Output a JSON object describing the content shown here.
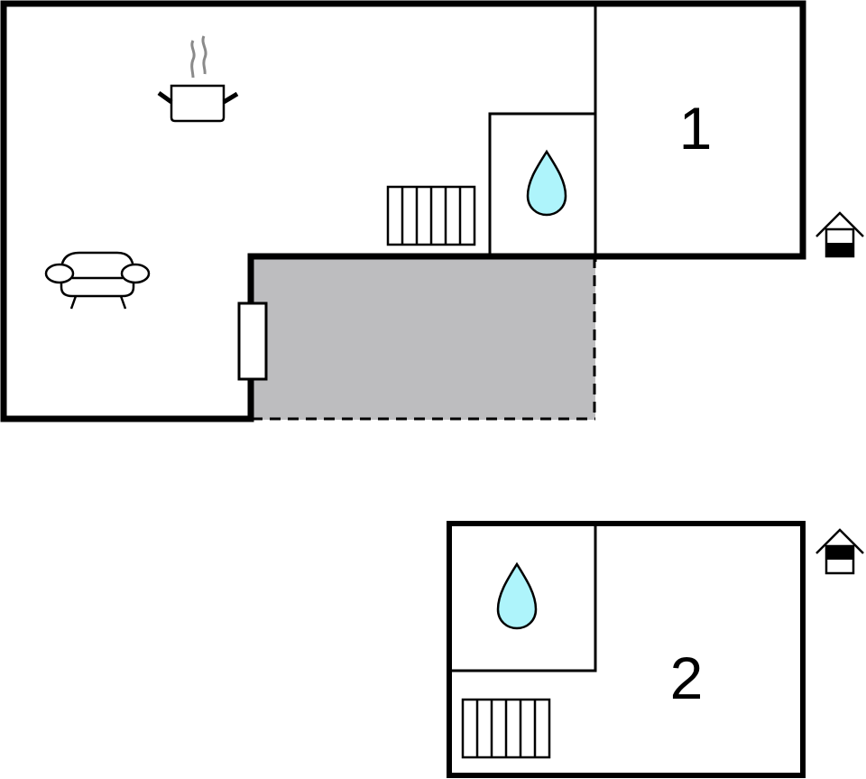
{
  "diagram": {
    "type": "floor-plan",
    "floors": [
      {
        "level": 1,
        "label": "1",
        "rooms": [
          "living-room",
          "kitchen",
          "bathroom",
          "bedroom-1",
          "terrace"
        ],
        "icons": [
          "cooking-pot-icon",
          "sofa-icon",
          "radiator-icon",
          "water-drop-icon",
          "door-icon",
          "floor-indicator-ground-icon"
        ]
      },
      {
        "level": 2,
        "label": "2",
        "rooms": [
          "bathroom",
          "bedroom-2"
        ],
        "icons": [
          "water-drop-icon",
          "radiator-icon",
          "floor-indicator-upper-icon"
        ]
      }
    ],
    "colors": {
      "wall": "#000000",
      "terrace_fill": "#bdbdbf",
      "water": "#aef4fb",
      "steam": "#8a8a8a",
      "background": "#ffffff"
    }
  }
}
